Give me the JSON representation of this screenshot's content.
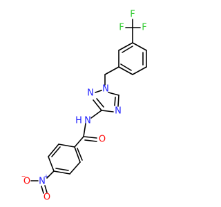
{
  "colors": {
    "bond": "#000000",
    "nitrogen": "#2020ff",
    "oxygen": "#ff0d0d",
    "fluorine": "#33cc33"
  },
  "labels": {
    "F_top_left": "F",
    "F_top_mid": "F",
    "F_right": "F",
    "N_triazole_1": "N",
    "N_triazole_2": "N",
    "N_triazole_4": "N",
    "N_amide": "N",
    "H_amide": "H",
    "O_carbonyl": "O",
    "N_nitro": "N",
    "O_nitro_left": "O",
    "O_nitro_bottom": "O",
    "plus": "+",
    "minus": "−"
  }
}
